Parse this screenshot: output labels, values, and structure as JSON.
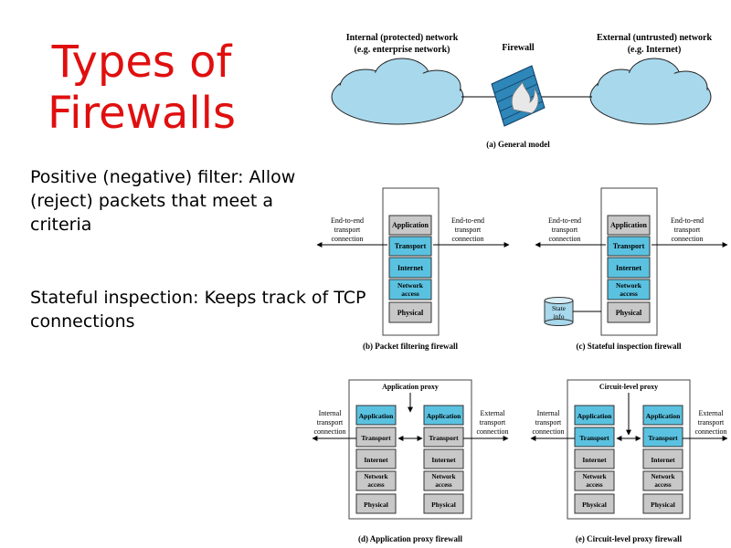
{
  "slide": {
    "title_line1": "Types of",
    "title_line2": "Firewalls",
    "bullet1": "Positive (negative) filter: Allow (reject) packets that meet a criteria",
    "bullet2": "Stateful inspection: Keeps track of TCP connections"
  },
  "figure": {
    "general": {
      "internal_l1": "Internal (protected) network",
      "internal_l2": "(e.g. enterprise network)",
      "firewall": "Firewall",
      "external_l1": "External (untrusted) network",
      "external_l2": "(e.g. Internet)",
      "caption": "(a) General model"
    },
    "layers": {
      "application": "Application",
      "transport": "Transport",
      "internet": "Internet",
      "network1": "Network",
      "network2": "access",
      "physical": "Physical"
    },
    "labels": {
      "e2e1": "End-to-end",
      "e2e2": "transport",
      "e2e3": "connection",
      "int1": "Internal",
      "ext1": "External",
      "tr2": "transport",
      "tr3": "connection",
      "state1": "State",
      "state2": "info",
      "app_proxy": "Application proxy",
      "circuit_proxy": "Circuit-level proxy"
    },
    "captions": {
      "b": "(b) Packet filtering firewall",
      "c": "(c) Stateful inspection firewall",
      "d": "(d) Application proxy firewall",
      "e": "(e) Circuit-level proxy firewall"
    },
    "colors": {
      "cloud": "#a8d8ec",
      "highlight": "#5ac2e0",
      "gray": "#c8c8c8",
      "brick": "#2f86b8"
    }
  }
}
